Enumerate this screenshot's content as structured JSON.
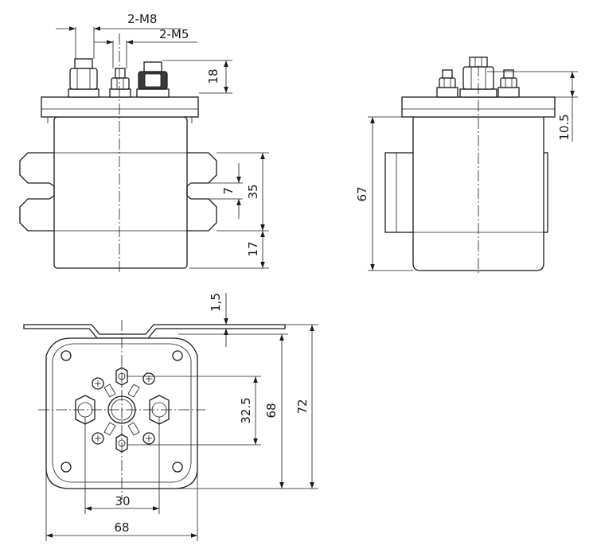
{
  "dimensions": {
    "thread_m8": "2-M8",
    "thread_m5": "2-M5",
    "terminal_height": "18",
    "coil_band": "35",
    "slot": "7",
    "lower_body": "17",
    "total_height": "67",
    "top_offset": "10.5",
    "bracket_thickness": "1,5",
    "m8_spacing": "32.5",
    "base_height": "68",
    "overall_height": "72",
    "terminal_spacing": "30",
    "base_width": "68"
  }
}
